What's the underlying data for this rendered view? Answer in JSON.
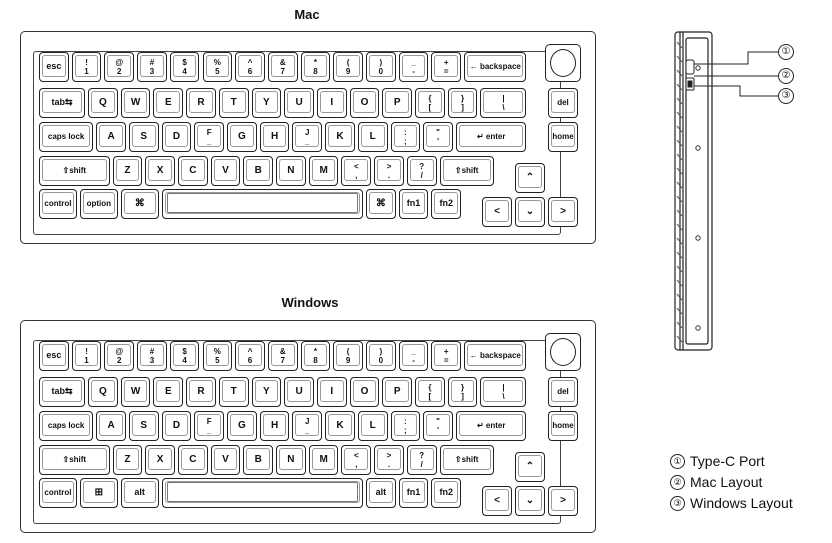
{
  "mac": {
    "title": "Mac",
    "rows": [
      [
        "esc",
        "!\n1",
        "@\n2",
        "#\n3",
        "$\n4",
        "%\n5",
        "^\n6",
        "&\n7",
        "*\n8",
        "(\n9",
        ")\n0",
        "_\n-",
        "+\n=",
        "← backspace"
      ],
      [
        "tab⇆",
        "Q",
        "W",
        "E",
        "R",
        "T",
        "Y",
        "U",
        "I",
        "O",
        "P",
        "{\n[",
        "}\n]",
        "|\n\\",
        "del"
      ],
      [
        "caps lock",
        "A",
        "S",
        "D",
        "F\n_",
        "G",
        "H",
        "J\n_",
        "K",
        "L",
        ":\n;",
        "\"\n'",
        "↵ enter",
        "home"
      ],
      [
        "⇧shift",
        "Z",
        "X",
        "C",
        "V",
        "B",
        "N",
        "M",
        "<\n,",
        ">\n.",
        "?\n/",
        "⇧shift",
        "⌃"
      ],
      [
        "control",
        "option",
        "⌘",
        "",
        "⌘",
        "fn1",
        "fn2",
        "<",
        "⌄",
        ">"
      ]
    ]
  },
  "windows": {
    "title": "Windows",
    "rows": [
      [
        "esc",
        "!\n1",
        "@\n2",
        "#\n3",
        "$\n4",
        "%\n5",
        "^\n6",
        "&\n7",
        "*\n8",
        "(\n9",
        ")\n0",
        "_\n-",
        "+\n=",
        "← backspace"
      ],
      [
        "tab⇆",
        "Q",
        "W",
        "E",
        "R",
        "T",
        "Y",
        "U",
        "I",
        "O",
        "P",
        "{\n[",
        "}\n]",
        "|\n\\",
        "del"
      ],
      [
        "caps lock",
        "A",
        "S",
        "D",
        "F\n_",
        "G",
        "H",
        "J\n_",
        "K",
        "L",
        ":\n;",
        "\"\n'",
        "↵ enter",
        "home"
      ],
      [
        "⇧shift",
        "Z",
        "X",
        "C",
        "V",
        "B",
        "N",
        "M",
        "<\n,",
        ">\n.",
        "?\n/",
        "⇧shift",
        "⌃"
      ],
      [
        "control",
        "⊞",
        "alt",
        "",
        "alt",
        "fn1",
        "fn2",
        "<",
        "⌄",
        ">"
      ]
    ]
  },
  "callouts": [
    "①",
    "②",
    "③"
  ],
  "legend": [
    {
      "num": "①",
      "text": "Type-C Port"
    },
    {
      "num": "②",
      "text": "Mac Layout"
    },
    {
      "num": "③",
      "text": "Windows Layout"
    }
  ]
}
